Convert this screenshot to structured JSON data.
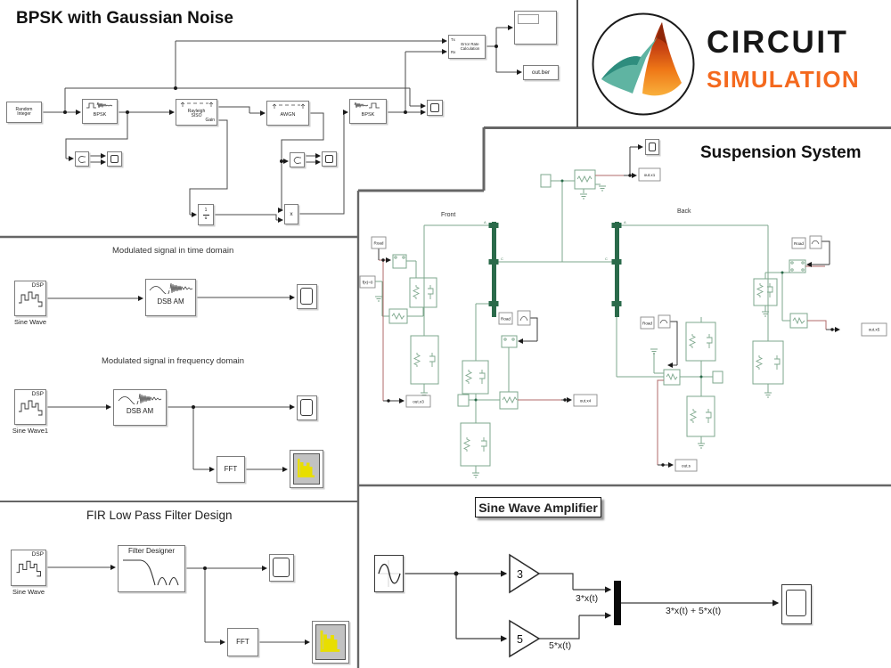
{
  "colors": {
    "wire": "#4a4a4a",
    "physical_green": "#7da78c",
    "physical_green_dark": "#2a6a4a",
    "sensor_red": "#b06868",
    "spectrum_yellow": "#e8de00",
    "logo_orange": "#f4691e",
    "logo_teal": "#5fb4a2",
    "panel_border": "#666666"
  },
  "bpsk": {
    "title": "BPSK with Gaussian Noise",
    "random_integer_line1": "Random",
    "random_integer_line2": "Integer",
    "modulator": "BPSK",
    "rayleigh_line1": "Rayleigh",
    "rayleigh_line2": "SISO",
    "gain_port": "Gain",
    "awgn": "AWGN",
    "demodulator": "BPSK",
    "inv_num": "1",
    "inv_den": "u",
    "product": "x",
    "error_rate_line1": "Error Rate",
    "error_rate_line2": "Calculation",
    "tx": "Tx",
    "rx": "Rx",
    "out_ber": "out.ber"
  },
  "logo": {
    "line1": "CIRCUIT",
    "line2": "SIMULATION"
  },
  "suspension": {
    "title": "Suspension System",
    "front": "Front",
    "back": "Back",
    "road": "Road",
    "solver": "f(x)=0",
    "out_x1": "out.x1",
    "out_x3": "out.x3",
    "out_x4": "out.x4",
    "out_s": "out.s",
    "out_x5": "out.x5",
    "port_a": "A",
    "port_c": "C"
  },
  "modulated": {
    "title_time": "Modulated signal in time domain",
    "title_freq": "Modulated signal in frequency domain",
    "sine_wave": "Sine Wave",
    "sine_wave1": "Sine Wave1",
    "dsb_am": "DSB AM",
    "fft": "FFT",
    "dsp": "DSP"
  },
  "fir": {
    "title": "FIR Low Pass Filter Design",
    "sine_wave": "Sine Wave",
    "filter_designer": "Filter Designer",
    "fft": "FFT"
  },
  "amplifier": {
    "title": "Sine Wave Amplifier",
    "gain_top": "3",
    "gain_bottom": "5",
    "label_top": "3*x(t)",
    "label_bottom": "5*x(t)",
    "label_sum": "3*x(t) + 5*x(t)"
  }
}
